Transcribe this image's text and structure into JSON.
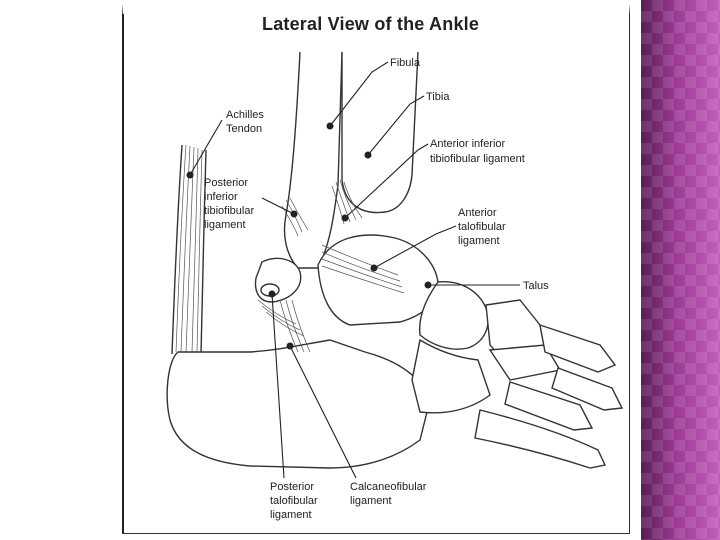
{
  "title": "Lateral View of the Ankle",
  "labels": {
    "fibula": "Fibula",
    "tibia": "Tibia",
    "achilles": [
      "Achilles",
      "Tendon"
    ],
    "anterior_inferior_tibiofibular": [
      "Anterior inferior",
      "tibiofibular ligament"
    ],
    "posterior_inferior_tibiofibular": [
      "Posterior",
      "inferior",
      "tibiofibular",
      "ligament"
    ],
    "anterior_talofibular": [
      "Anterior",
      "talofibular",
      "ligament"
    ],
    "talus": "Talus",
    "posterior_talofibular": [
      "Posterior",
      "talofibular",
      "ligament"
    ],
    "calcaneofibular": [
      "Calcaneofibular",
      "ligament"
    ]
  },
  "colors": {
    "line": "#333333",
    "background": "#ffffff",
    "accent_band": "#8a2f83"
  }
}
